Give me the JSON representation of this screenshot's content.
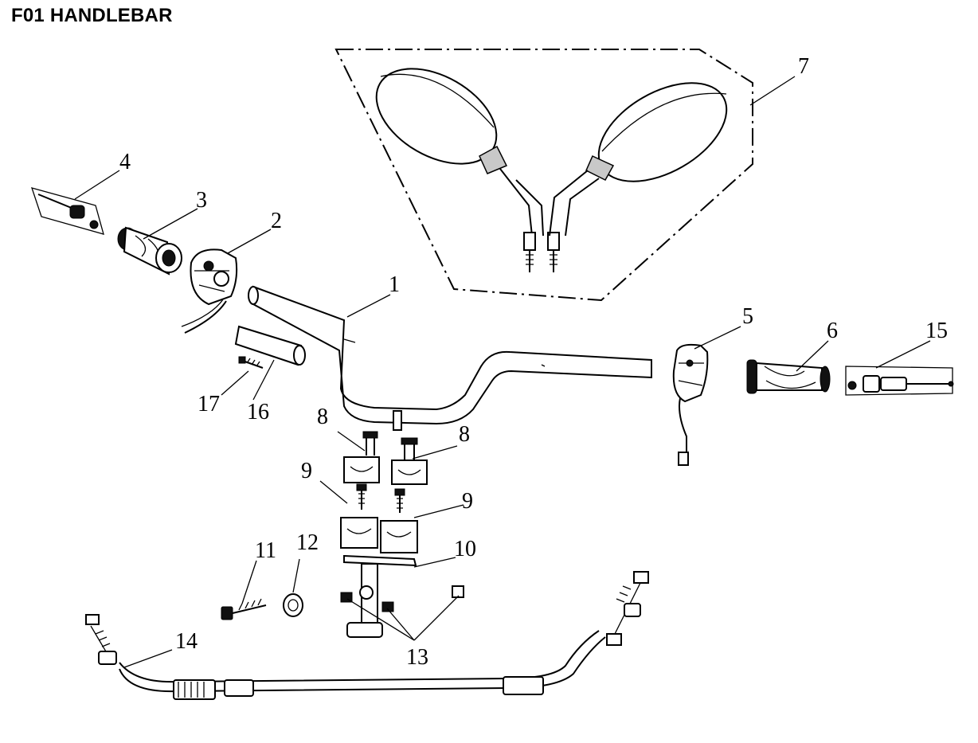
{
  "title": "F01 HANDLEBAR",
  "callouts": {
    "c1": "1",
    "c2": "2",
    "c3": "3",
    "c4": "4",
    "c5": "5",
    "c6": "6",
    "c7": "7",
    "c8a": "8",
    "c8b": "8",
    "c9a": "9",
    "c9b": "9",
    "c10": "10",
    "c11": "11",
    "c12": "12",
    "c13": "13",
    "c14": "14",
    "c15": "15",
    "c16": "16",
    "c17": "17"
  }
}
